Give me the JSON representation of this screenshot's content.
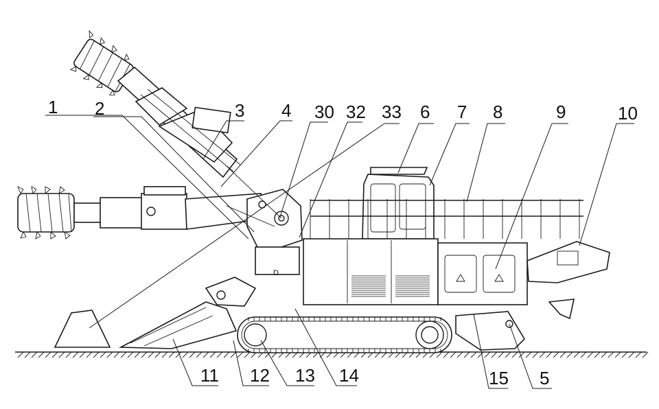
{
  "callouts": [
    {
      "id": "1",
      "label": "1"
    },
    {
      "id": "2",
      "label": "2"
    },
    {
      "id": "3",
      "label": "3"
    },
    {
      "id": "4",
      "label": "4"
    },
    {
      "id": "30",
      "label": "30"
    },
    {
      "id": "32",
      "label": "32"
    },
    {
      "id": "33",
      "label": "33"
    },
    {
      "id": "6",
      "label": "6"
    },
    {
      "id": "7",
      "label": "7"
    },
    {
      "id": "8",
      "label": "8"
    },
    {
      "id": "9",
      "label": "9"
    },
    {
      "id": "10",
      "label": "10"
    },
    {
      "id": "11",
      "label": "11"
    },
    {
      "id": "12",
      "label": "12"
    },
    {
      "id": "13",
      "label": "13"
    },
    {
      "id": "14",
      "label": "14"
    },
    {
      "id": "15",
      "label": "15"
    },
    {
      "id": "5",
      "label": "5"
    }
  ],
  "panel_marks": {
    "left_door_letter": "D"
  },
  "colors": {
    "line": "#1a1a1a",
    "background": "#ffffff"
  }
}
